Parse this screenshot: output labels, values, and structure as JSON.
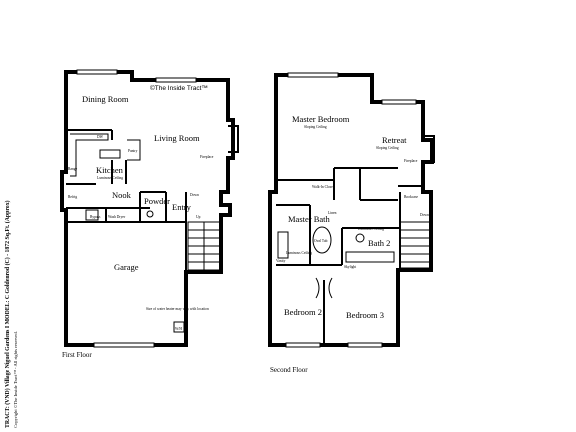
{
  "watermark": "©The Inside Tract™",
  "side_caption": {
    "line1": "TRACT: (VND) Village Niguel Gardens I  MODEL: C Goldenrod (C) - 1872 Sq.Ft. (Approx)",
    "line2": "Copyright ©The Inside Tract™ - All rights reserved."
  },
  "first_floor": {
    "label": "First Floor",
    "rooms": {
      "dining": "Dining Room",
      "living": "Living Room",
      "kitchen": "Kitchen",
      "kitchen_ceiling": "Luminous Ceiling",
      "nook": "Nook",
      "powder": "Powder",
      "entry": "Entry",
      "garage": "Garage",
      "fireplace": "Fireplace",
      "up": "Up",
      "down": "Down",
      "dw": "DW",
      "range": "Range",
      "refrig": "Refrig",
      "pantry": "Pantry",
      "bypass": "Bypass",
      "wash": "Wash Dryer",
      "water_heater": "W/H",
      "water_note": "Size of water heater may vary with location"
    }
  },
  "second_floor": {
    "label": "Second Floor",
    "rooms": {
      "master": "Master Bedroom",
      "master_ceiling": "Sloping Ceiling",
      "retreat": "Retreat",
      "retreat_ceiling": "Sloping Ceiling",
      "fireplace": "Fireplace",
      "walkin": "Walk-In Closet",
      "linen": "Linen",
      "bookcase": "Bookcase",
      "master_bath": "Master Bath",
      "master_bath_ceiling": "Luminous Ceiling",
      "oval_tub": "Oval Tub",
      "vanity": "Vanity",
      "skylight": "Skylight",
      "bath2": "Bath 2",
      "bath2_ceiling": "Luminous Ceiling",
      "bedroom2": "Bedroom 2",
      "bedroom3": "Bedroom 3",
      "down": "Down"
    }
  }
}
